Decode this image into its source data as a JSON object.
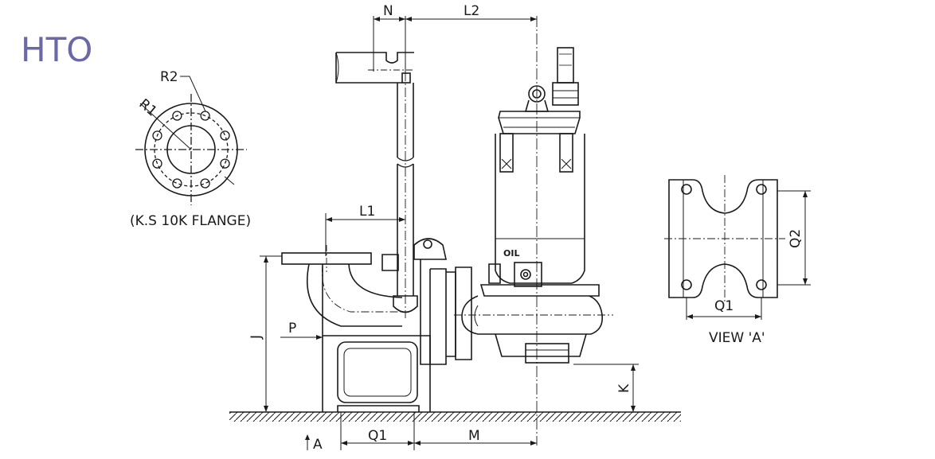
{
  "title": "HTO",
  "title_color": "#6b68a8",
  "line_color": "#1a1a1a",
  "flange": {
    "label_r1": "R1",
    "label_r2": "R2",
    "caption": "(K.S 10K FLANGE)"
  },
  "view_a": {
    "caption": "VIEW 'A'",
    "label_q1": "Q1",
    "label_q2": "Q2"
  },
  "pump": {
    "oil_label": "OIL"
  },
  "dimensions": {
    "n": "N",
    "l2": "L2",
    "l1": "L1",
    "j": "J",
    "p": "P",
    "k": "K",
    "q1": "Q1",
    "m": "M",
    "a": "A"
  }
}
